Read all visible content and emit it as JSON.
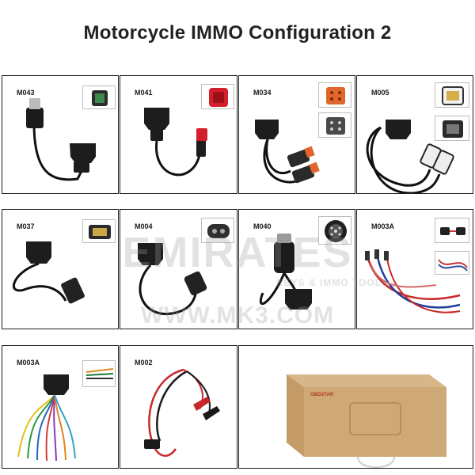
{
  "page": {
    "title": "Motorcycle IMMO Configuration 2"
  },
  "cables": [
    {
      "code": "M043"
    },
    {
      "code": "M041"
    },
    {
      "code": "M034"
    },
    {
      "code": "M005"
    },
    {
      "code": "M037"
    },
    {
      "code": "M004"
    },
    {
      "code": "M040"
    },
    {
      "code": "M003A"
    },
    {
      "code": "M003A"
    },
    {
      "code": "M002"
    }
  ],
  "box": {
    "brand": "OBDSTAR"
  },
  "watermark": {
    "line1": "EMIRATES",
    "line2": "KEYS & IMMO TOOLS",
    "line3": "WWW.MK3.COM"
  }
}
